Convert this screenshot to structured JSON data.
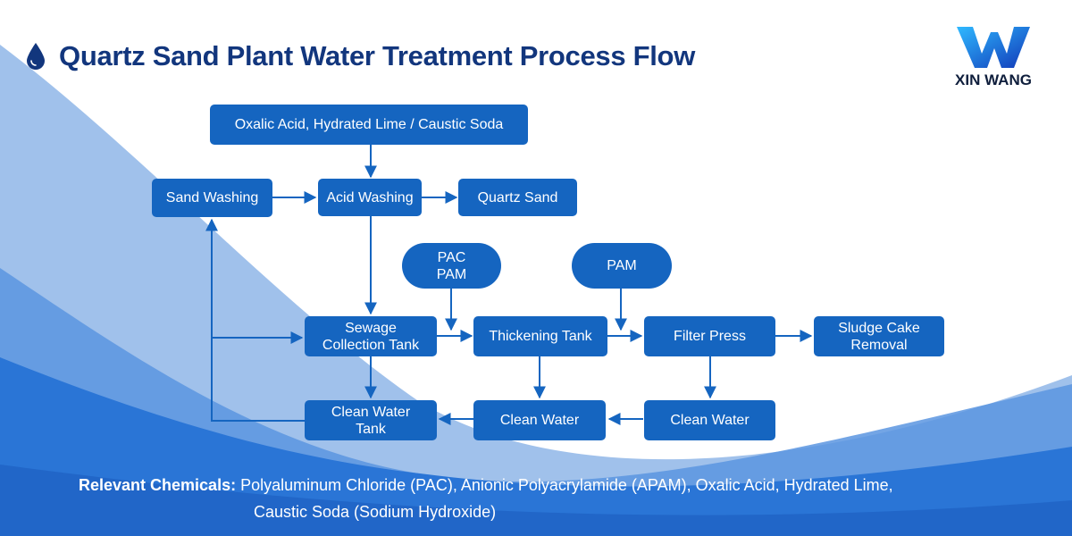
{
  "header": {
    "title": "Quartz Sand Plant Water Treatment Process Flow",
    "logo_text": "XIN WANG"
  },
  "colors": {
    "box": "#1565c0",
    "title": "#12367d",
    "wave_light": "#8fb6e8",
    "wave_dark": "#2a75d6"
  },
  "nodes": {
    "chemicals_top": "Oxalic Acid, Hydrated Lime / Caustic Soda",
    "sand_washing": "Sand Washing",
    "acid_washing": "Acid Washing",
    "quartz_sand": "Quartz Sand",
    "pac": "PAC",
    "pam_1": "PAM",
    "pam_2": "PAM",
    "sewage_1": "Sewage",
    "sewage_2": "Collection Tank",
    "thickening": "Thickening Tank",
    "filter_press": "Filter Press",
    "sludge_1": "Sludge Cake",
    "sludge_2": "Removal",
    "cwt_1": "Clean Water",
    "cwt_2": "Tank",
    "clean_water_1": "Clean Water",
    "clean_water_2": "Clean Water"
  },
  "footnote": {
    "label": "Relevant Chemicals:",
    "line1": " Polyaluminum Chloride (PAC), Anionic Polyacrylamide (APAM), Oxalic Acid, Hydrated Lime,",
    "line2": "Caustic Soda (Sodium Hydroxide)"
  }
}
